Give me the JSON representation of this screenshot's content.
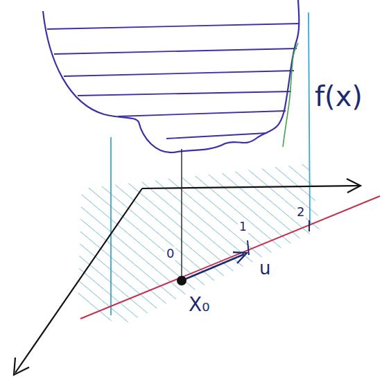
{
  "diagram": {
    "labels": [
      "f(x)",
      "0",
      "1",
      "2",
      "u",
      "X₀"
    ]
  }
}
